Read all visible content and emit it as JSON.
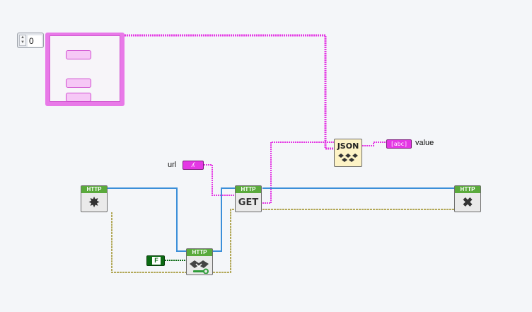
{
  "index_control": {
    "value": "0"
  },
  "labels": {
    "url": "url",
    "value": "value"
  },
  "vis": {
    "open_handle": {
      "banner": "HTTP",
      "glyph": "✸"
    },
    "get": {
      "banner": "HTTP",
      "glyph": "GET"
    },
    "close_handle": {
      "banner": "HTTP",
      "glyph": "✖"
    },
    "config_ssl": {
      "banner": "HTTP"
    }
  },
  "json_node": {
    "title": "JSON"
  },
  "bool_const": {
    "value": "F"
  },
  "colors": {
    "string_wire": "#e437e4",
    "handle_wire": "#3b8fd9",
    "error_wire": "#b3a95a",
    "bool_wire": "#0b6a13",
    "vi_banner": "#5aaa3c"
  }
}
